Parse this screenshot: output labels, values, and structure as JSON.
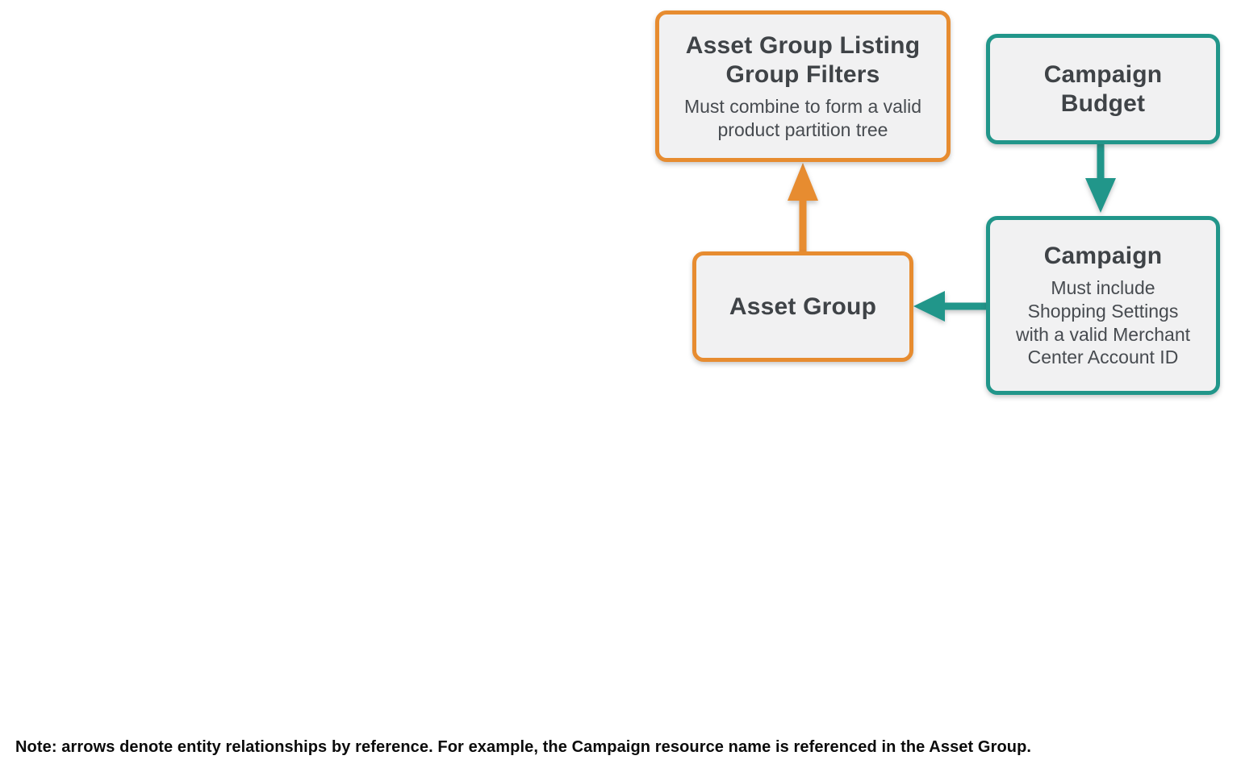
{
  "diagram": {
    "nodes": {
      "listing_filters": {
        "title": "Asset Group Listing\nGroup Filters",
        "subtitle": "Must combine to form a valid\nproduct partition tree",
        "accent": "#e78c30"
      },
      "campaign_budget": {
        "title": "Campaign\nBudget",
        "accent": "#21968a"
      },
      "asset_group": {
        "title": "Asset Group",
        "accent": "#e78c30"
      },
      "campaign": {
        "title": "Campaign",
        "subtitle": "Must include\nShopping Settings\nwith a valid Merchant\nCenter Account ID",
        "accent": "#21968a"
      }
    },
    "edges": [
      {
        "from": "asset_group",
        "to": "listing_filters",
        "direction": "up",
        "color": "#e78c30"
      },
      {
        "from": "campaign_budget",
        "to": "campaign",
        "direction": "down",
        "color": "#21968a"
      },
      {
        "from": "campaign",
        "to": "asset_group",
        "direction": "left",
        "color": "#21968a"
      }
    ],
    "colors": {
      "orange_accent": "#e78c30",
      "teal_accent": "#21968a",
      "node_fill": "#f1f1f2",
      "title_text": "#3f4347",
      "subtitle_text": "#474b50",
      "background": "#ffffff"
    }
  },
  "note": {
    "text": "Note: arrows denote entity relationships by reference. For example, the Campaign resource name is referenced in the Asset Group."
  }
}
